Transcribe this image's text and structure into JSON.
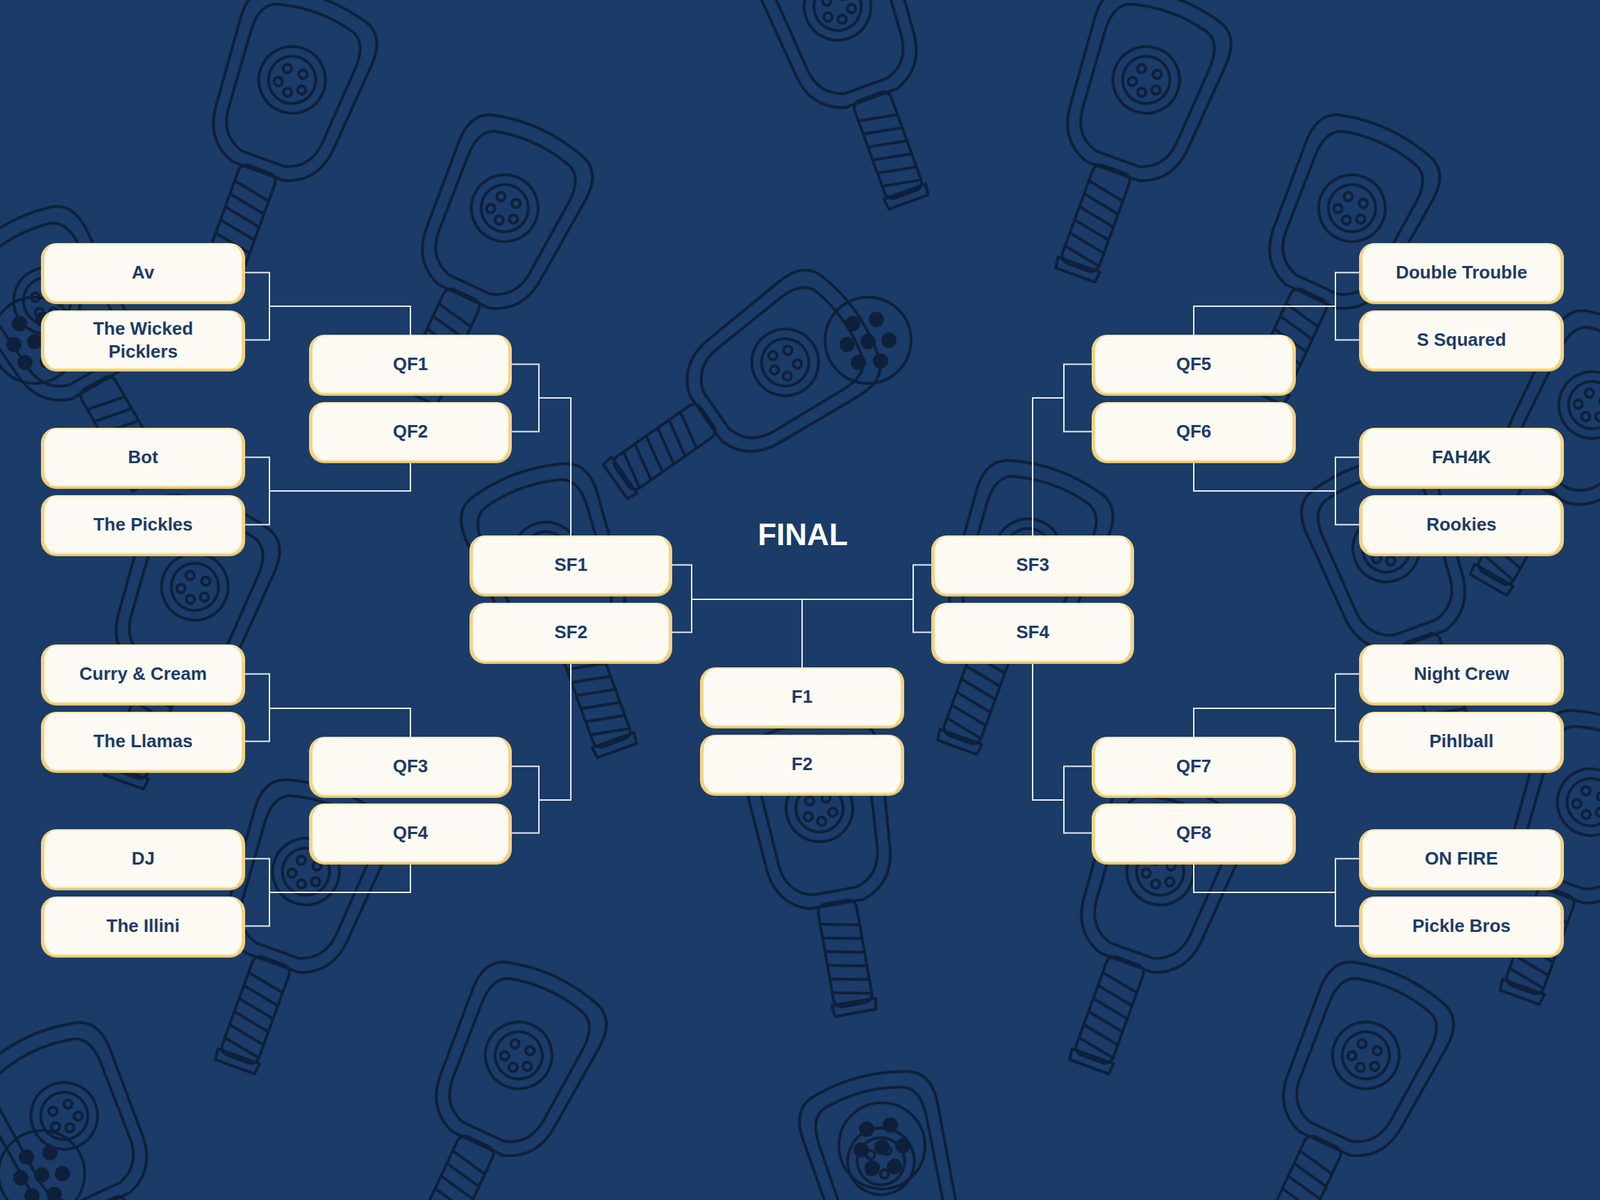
{
  "diagram": {
    "title": "FINAL",
    "nodes": [
      {
        "text": [
          "Av"
        ]
      },
      {
        "text": [
          "The Wicked Picklers"
        ]
      },
      {
        "text": [
          "Bot"
        ]
      },
      {
        "text": [
          "The Pickles"
        ]
      },
      {
        "text": [
          "Curry & Cream"
        ]
      },
      {
        "text": [
          "The Llamas"
        ]
      },
      {
        "text": [
          "DJ"
        ]
      },
      {
        "text": [
          "The Illini"
        ]
      },
      {
        "text": [
          "QF1"
        ]
      },
      {
        "text": [
          "QF2"
        ]
      },
      {
        "text": [
          "QF3"
        ]
      },
      {
        "text": [
          "QF4"
        ]
      },
      {
        "text": [
          "SF1"
        ]
      },
      {
        "text": [
          "SF2"
        ]
      },
      {
        "text": [
          "F1"
        ]
      },
      {
        "text": [
          "F2"
        ]
      },
      {
        "text": [
          "SF3"
        ]
      },
      {
        "text": [
          "SF4"
        ]
      },
      {
        "text": [
          "QF5"
        ]
      },
      {
        "text": [
          "QF6"
        ]
      },
      {
        "text": [
          "QF7"
        ]
      },
      {
        "text": [
          "QF8"
        ]
      },
      {
        "text": [
          "Double Trouble"
        ]
      },
      {
        "text": [
          "S Squared"
        ]
      },
      {
        "text": [
          "FAH4K"
        ]
      },
      {
        "text": [
          "Rookies"
        ]
      },
      {
        "text": [
          "Night Crew"
        ]
      },
      {
        "text": [
          "Pihlball"
        ]
      },
      {
        "text": [
          "ON FIRE"
        ]
      },
      {
        "text": [
          "Pickle Bros"
        ]
      }
    ],
    "edges": [
      {
        "from": 0,
        "to": 8,
        "arrow": "none"
      },
      {
        "from": 1,
        "to": 8,
        "arrow": "none"
      },
      {
        "from": 2,
        "to": 9,
        "arrow": "none"
      },
      {
        "from": 3,
        "to": 9,
        "arrow": "none"
      },
      {
        "from": 4,
        "to": 10,
        "arrow": "none"
      },
      {
        "from": 5,
        "to": 10,
        "arrow": "none"
      },
      {
        "from": 6,
        "to": 11,
        "arrow": "none"
      },
      {
        "from": 7,
        "to": 11,
        "arrow": "none"
      },
      {
        "from": 8,
        "to": 12,
        "arrow": "none"
      },
      {
        "from": 9,
        "to": 12,
        "arrow": "none"
      },
      {
        "from": 10,
        "to": 13,
        "arrow": "none"
      },
      {
        "from": 11,
        "to": 13,
        "arrow": "none"
      },
      {
        "from": 12,
        "to": 14,
        "arrow": "none"
      },
      {
        "from": 13,
        "to": 14,
        "arrow": "none"
      },
      {
        "from": 16,
        "to": 14,
        "arrow": "none"
      },
      {
        "from": 17,
        "to": 14,
        "arrow": "none"
      },
      {
        "from": 18,
        "to": 16,
        "arrow": "none"
      },
      {
        "from": 19,
        "to": 16,
        "arrow": "none"
      },
      {
        "from": 20,
        "to": 17,
        "arrow": "none"
      },
      {
        "from": 21,
        "to": 17,
        "arrow": "none"
      },
      {
        "from": 22,
        "to": 18,
        "arrow": "none"
      },
      {
        "from": 23,
        "to": 18,
        "arrow": "none"
      },
      {
        "from": 24,
        "to": 19,
        "arrow": "none"
      },
      {
        "from": 25,
        "to": 19,
        "arrow": "none"
      },
      {
        "from": 26,
        "to": 20,
        "arrow": "none"
      },
      {
        "from": 27,
        "to": 20,
        "arrow": "none"
      },
      {
        "from": 28,
        "to": 21,
        "arrow": "none"
      },
      {
        "from": 29,
        "to": 21,
        "arrow": "none"
      }
    ]
  }
}
